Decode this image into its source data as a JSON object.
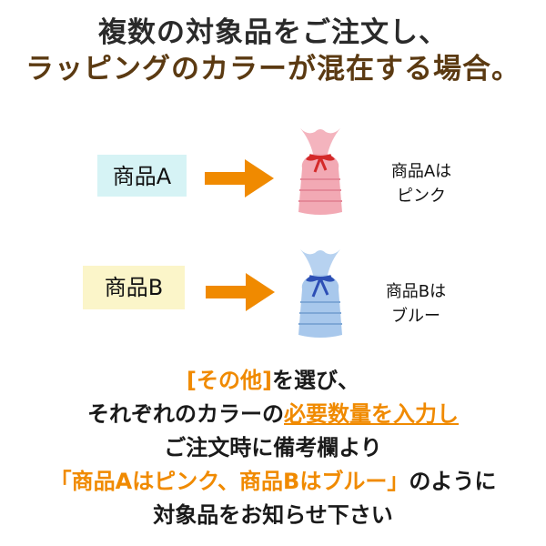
{
  "heading": {
    "line1": "複数の対象品をご注文し、",
    "line2": "ラッピングのカラーが混在する場合。"
  },
  "products": [
    {
      "label": "商品A",
      "caption_line1": "商品Aは",
      "caption_line2": "ピンク",
      "bag_color": "#f2a9b4",
      "ribbon_color": "#d42a2a",
      "arrow_color": "#f08a00"
    },
    {
      "label": "商品B",
      "caption_line1": "商品Bは",
      "caption_line2": "ブルー",
      "bag_color": "#a8c8ec",
      "ribbon_color": "#2d4fb5",
      "arrow_color": "#f08a00"
    }
  ],
  "instructions": {
    "l1_a": "[その他]",
    "l1_b": "を選び、",
    "l2_a": "それぞれのカラーの",
    "l2_b": "必要数量を入力し",
    "l3": "ご注文時に備考欄より",
    "l4_a": "「商品Aはピンク、商品Bはブルー」",
    "l4_b": "のように",
    "l5": "対象品をお知らせ下さい"
  },
  "colors": {
    "accent": "#f08a00",
    "heading_brown": "#5b3a12"
  }
}
